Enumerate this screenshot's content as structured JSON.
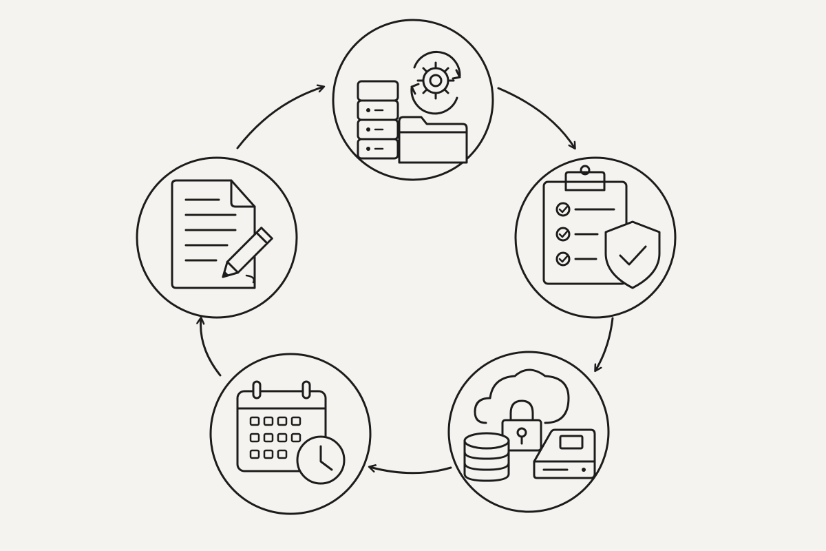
{
  "diagram": {
    "type": "cycle",
    "direction": "clockwise",
    "colors": {
      "background": "#f5f3ef",
      "ink": "#1c1c1c"
    },
    "nodes": [
      {
        "id": "node-server-config",
        "icons": [
          "server-rack-icon",
          "gear-icon",
          "refresh-arrows-icon",
          "folder-icon"
        ]
      },
      {
        "id": "node-compliance-checklist",
        "icons": [
          "clipboard-icon",
          "checklist-icon",
          "shield-check-icon"
        ]
      },
      {
        "id": "node-secure-storage",
        "icons": [
          "cloud-icon",
          "padlock-icon",
          "database-icon",
          "hard-drive-icon"
        ]
      },
      {
        "id": "node-scheduling",
        "icons": [
          "calendar-icon",
          "clock-icon"
        ]
      },
      {
        "id": "node-documentation",
        "icons": [
          "document-icon",
          "pencil-icon"
        ]
      }
    ],
    "edges": [
      {
        "from": "node-server-config",
        "to": "node-compliance-checklist"
      },
      {
        "from": "node-compliance-checklist",
        "to": "node-secure-storage"
      },
      {
        "from": "node-secure-storage",
        "to": "node-scheduling"
      },
      {
        "from": "node-scheduling",
        "to": "node-documentation"
      },
      {
        "from": "node-documentation",
        "to": "node-server-config"
      }
    ]
  }
}
